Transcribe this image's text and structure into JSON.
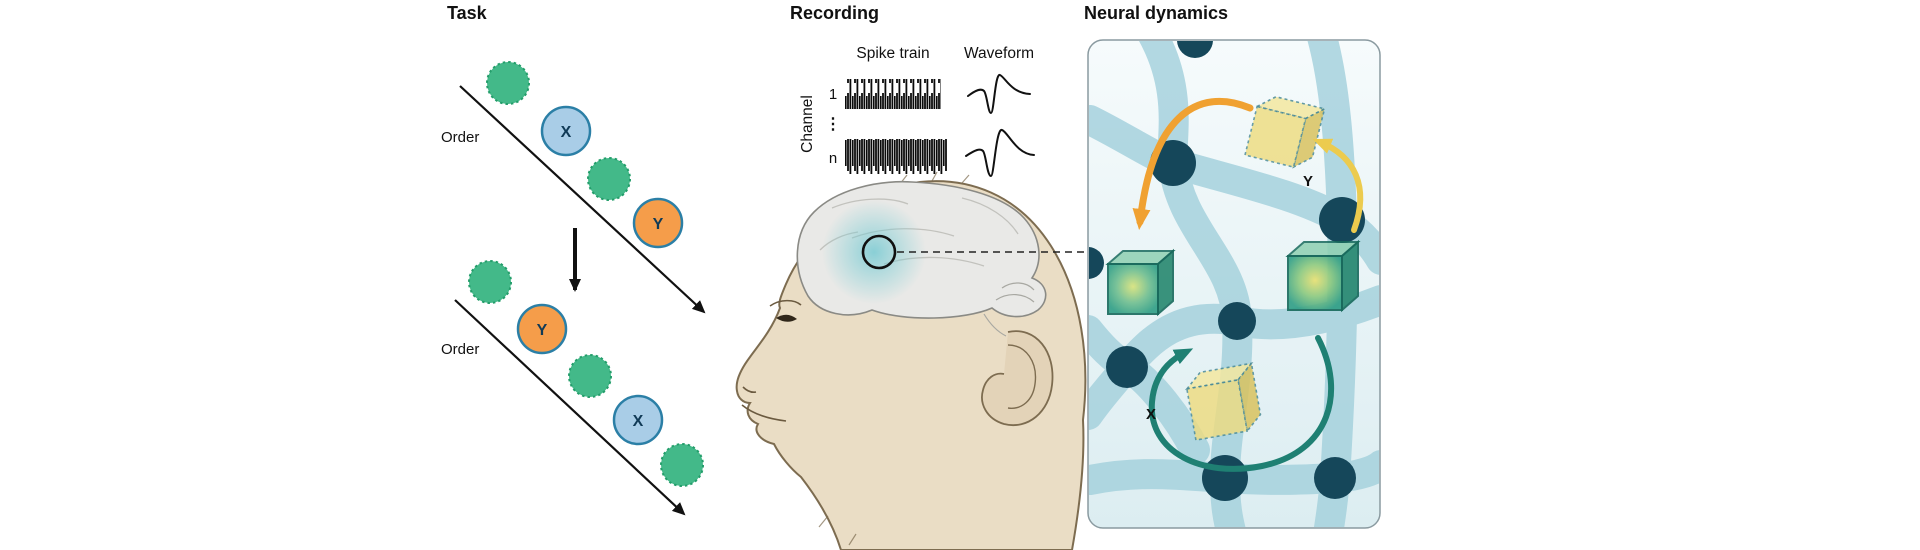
{
  "task": {
    "title": "Task",
    "order1": "Order",
    "order2": "Order",
    "x": "X",
    "y": "Y"
  },
  "recording": {
    "title": "Recording",
    "spike_train": "Spike train",
    "waveform": "Waveform",
    "channel": "Channel",
    "row1": "1",
    "dots": "⋮",
    "rown": "n"
  },
  "neural": {
    "title": "Neural dynamics",
    "y": "Y",
    "x": "X"
  },
  "colors": {
    "green_circle": "#43b989",
    "blue_circle": "#a9cde7",
    "orange_circle": "#f59d4a",
    "circle_stroke": "#2b7fa6",
    "panel_bg_top": "#f6fbfc",
    "panel_bg_bottom": "#dcedf1",
    "network_band": "#a6d2dd",
    "network_node": "#15475a",
    "cube_yellow": "#eedc80",
    "cube_green_edge": "#186a5c",
    "arrow_orange": "#f0a131",
    "arrow_yellow": "#eccb4e",
    "arrow_teal": "#1f8073",
    "monkey_skin": "#eaddc5",
    "brain_gray": "#e9e9e7",
    "glow_teal": "#69c6d0"
  }
}
